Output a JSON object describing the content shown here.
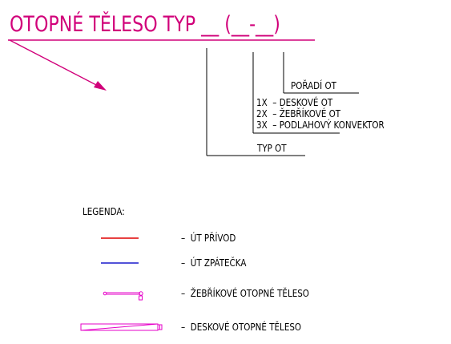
{
  "title": "OTOPNÉ TĚLESO TYP __ (__-__)",
  "callouts": {
    "poradi": "POŘADÍ OT",
    "types": [
      "1X  – DESKOVÉ OT",
      "2X  – ŽEBŘÍKOVÉ OT",
      "3X  – PODLAHOVÝ KONVEKTOR"
    ],
    "typ": "TYP OT"
  },
  "legend": {
    "heading": "LEGENDA:",
    "items": [
      {
        "symbol": "red-line",
        "label": "–  ÚT PŘÍVOD"
      },
      {
        "symbol": "blue-line",
        "label": "–  ÚT ZPÁTEČKA"
      },
      {
        "symbol": "ladder-radiator-symbol",
        "label": "–  ŽEBŘÍKOVÉ OTOPNÉ TĚLESO"
      },
      {
        "symbol": "panel-radiator-symbol",
        "label": "–  DESKOVÉ OTOPNÉ TĚLESO"
      }
    ]
  },
  "colors": {
    "magenta": "#d1007a",
    "supply": "#e00000",
    "return": "#1a1acc",
    "pink": "#e600c8",
    "line": "#000000"
  }
}
